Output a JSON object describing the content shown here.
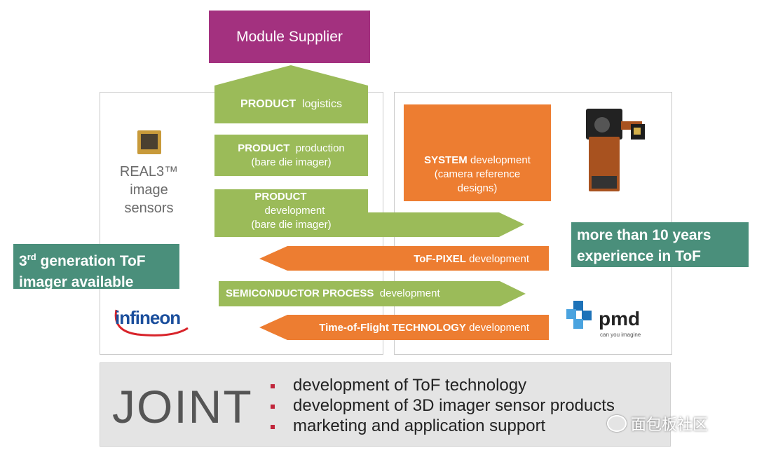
{
  "top_box": {
    "label": "Module Supplier"
  },
  "left_panel": {
    "product_label": "REAL3™",
    "product_sub1": "image",
    "product_sub2": "sensors"
  },
  "green_steps": {
    "logistics": {
      "bold": "PRODUCT",
      "rest": "logistics"
    },
    "production": {
      "bold": "PRODUCT",
      "rest": "production",
      "sub": "(bare die imager)"
    },
    "development": {
      "bold": "PRODUCT",
      "rest": "development",
      "sub": "(bare die imager)"
    },
    "semiconductor": {
      "bold": "SEMICONDUCTOR PROCESS",
      "rest": "development"
    }
  },
  "orange_steps": {
    "system": {
      "bold": "SYSTEM",
      "rest": "development",
      "sub1": "(camera reference",
      "sub2": "designs)"
    },
    "tof_pixel": {
      "bold": "ToF-PIXEL",
      "rest": "development"
    },
    "tof_tech": {
      "bold": "Time-of-Flight TECHNOLOGY",
      "rest": "development"
    }
  },
  "callouts": {
    "left_line1_pre": "3",
    "left_line1_sup": "rd",
    "left_line1_post": " generation ToF",
    "left_line2": "imager available",
    "right_line1": "more than 10 years",
    "right_line2": "experience in ToF"
  },
  "logos": {
    "infineon": "infineon",
    "pmd": "pmd",
    "pmd_tagline": "can you imagine"
  },
  "joint": {
    "title": "JOINT",
    "bullets": [
      "development of ToF technology",
      "development of 3D imager sensor products",
      "marketing and application support"
    ]
  },
  "watermark": "面包板社区",
  "colors": {
    "magenta": "#a3317f",
    "green": "#9bbb59",
    "orange": "#ed7d31",
    "teal": "#4a8f7b",
    "bullet_red": "#c0253b",
    "infineon_blue": "#1a4e9c",
    "infineon_red": "#d8232a",
    "pmd_blue": "#1d72b8"
  }
}
